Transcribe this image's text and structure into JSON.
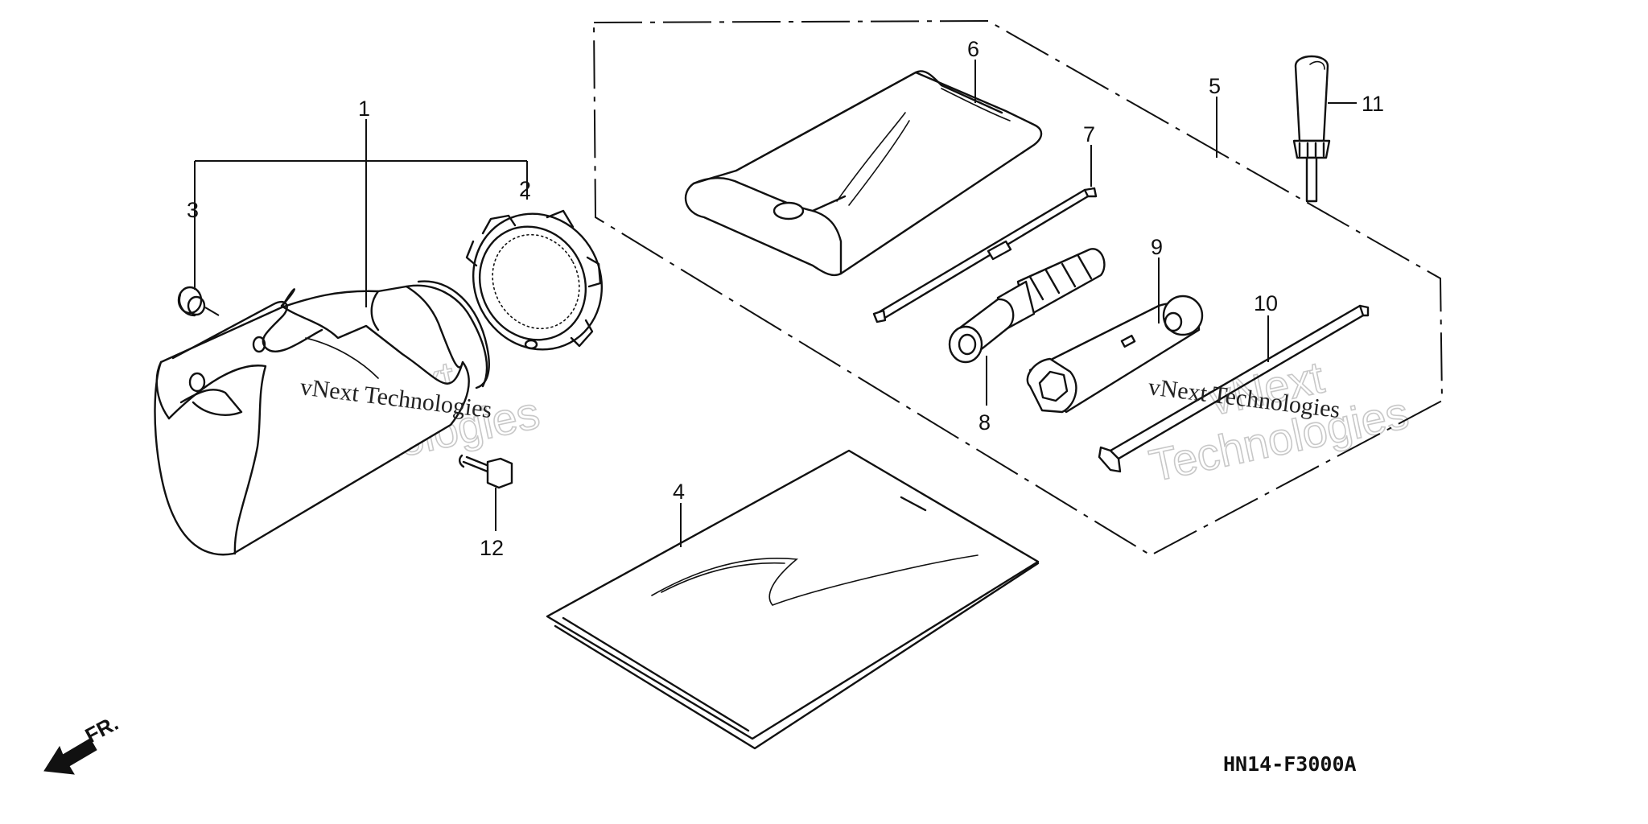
{
  "callouts": [
    "1",
    "2",
    "3",
    "4",
    "5",
    "6",
    "7",
    "8",
    "9",
    "10",
    "11",
    "12"
  ],
  "diagram_code": "HN14-F3000A",
  "front_label": "FR.",
  "watermark": {
    "outline_line1": "vNext",
    "outline_line2": "Technologies",
    "serif_text": "vNext Technologies"
  },
  "icons": {
    "front_arrow": "arrow-left-down-icon"
  }
}
